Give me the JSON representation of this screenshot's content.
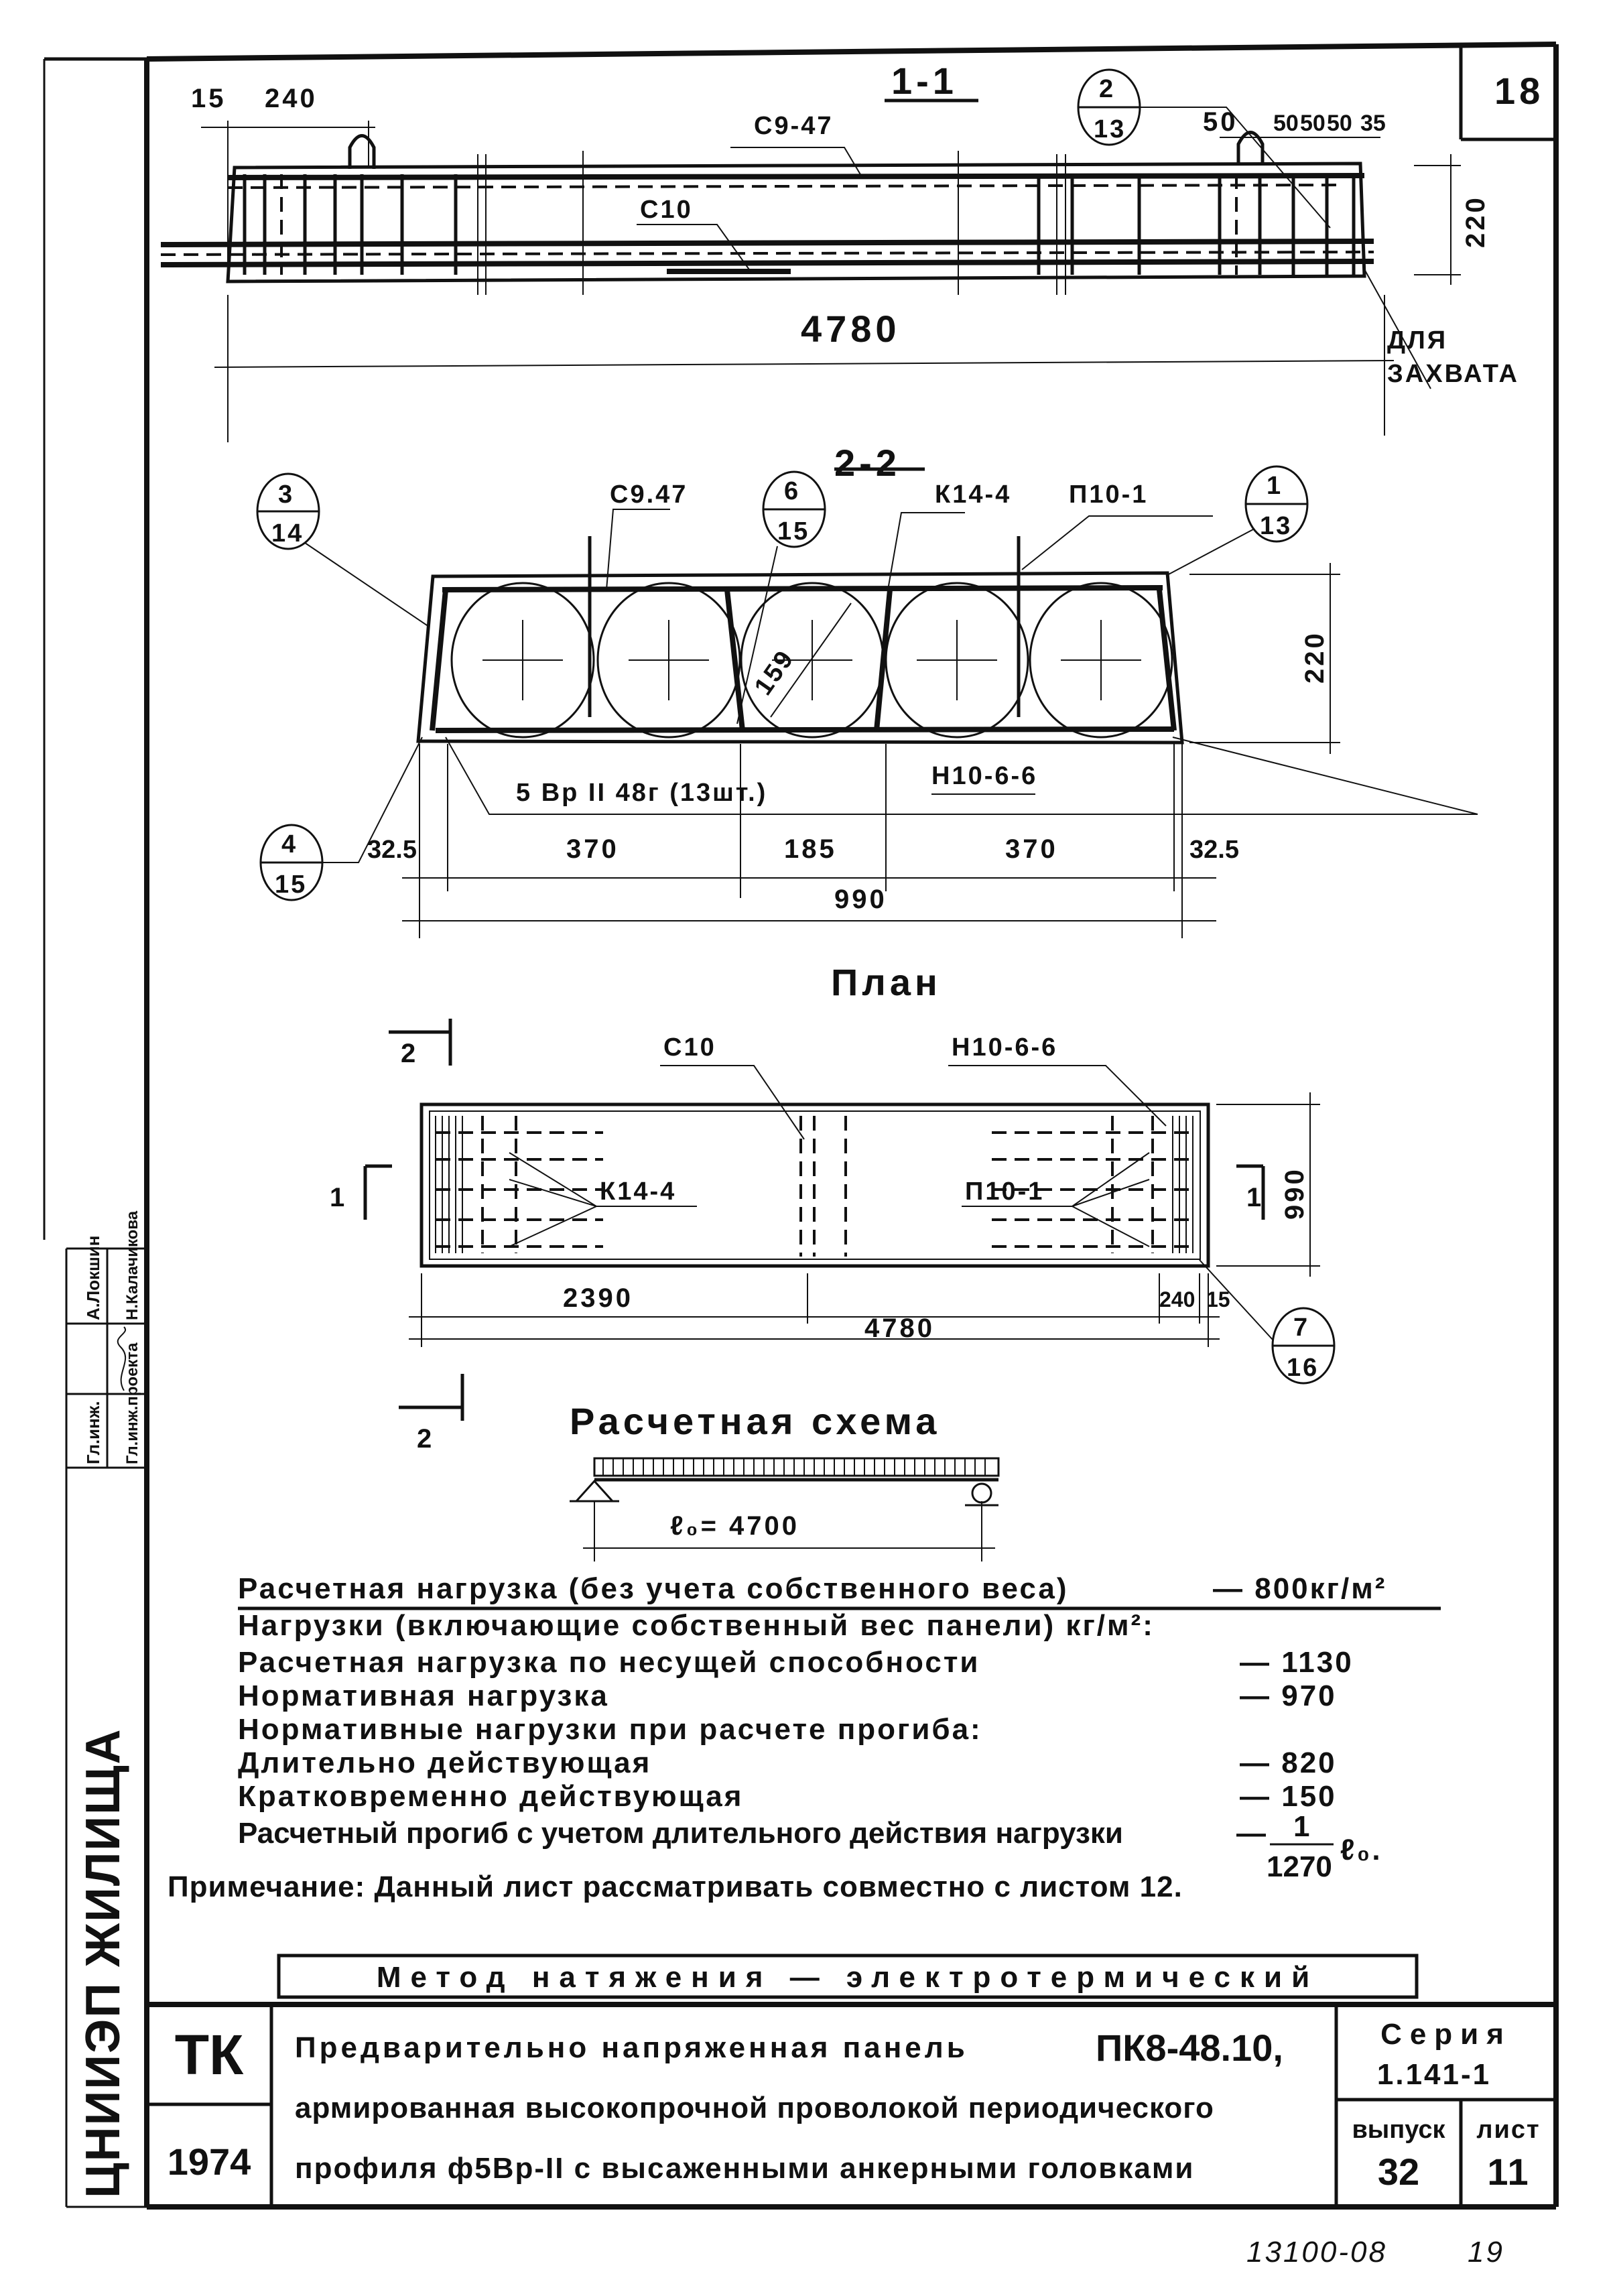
{
  "sheet": {
    "corner_number": "18",
    "handwritten_code": "13100-08",
    "handwritten_page": "19"
  },
  "section_1_1": {
    "title": "1-1",
    "rebar_top": "С9-47",
    "rebar_bottom": "С10",
    "callout": {
      "num": "2",
      "den": "13"
    },
    "dims": {
      "left_end": "15",
      "left_hook": "240",
      "right_1": "50",
      "right_2": "50",
      "right_3": "50",
      "right_4": "50",
      "right_5": "35",
      "height": "220",
      "length": "4780"
    },
    "grip_label_1": "ДЛЯ",
    "grip_label_2": "ЗАХВАТА"
  },
  "section_2_2": {
    "title": "2-2",
    "labels": {
      "top_mesh": "С9.47",
      "frame": "К14-4",
      "loop": "П10-1",
      "bottom_mesh": "Н10-6-6",
      "wires": "5 Вр II 48г (13шт.)",
      "void_diameter": "159"
    },
    "callouts": [
      {
        "num": "3",
        "den": "14"
      },
      {
        "num": "6",
        "den": "15"
      },
      {
        "num": "1",
        "den": "13"
      },
      {
        "num": "4",
        "den": "15"
      }
    ],
    "dims": {
      "edge_left": "32.5",
      "span_1": "370",
      "span_2": "185",
      "span_3": "370",
      "edge_right": "32.5",
      "width": "990",
      "height": "220"
    }
  },
  "plan": {
    "title": "План",
    "section_mark_1": "1",
    "section_mark_2": "2",
    "labels": {
      "mesh": "С10",
      "bottom_mesh": "Н10-6-6",
      "frame": "К14-4",
      "loop": "П10-1"
    },
    "callout": {
      "num": "7",
      "den": "16"
    },
    "dims": {
      "half": "2390",
      "length": "4780",
      "hook": "240",
      "end": "15",
      "width": "990"
    }
  },
  "scheme": {
    "title": "Расчетная схема",
    "span": "ℓ₀= 4700"
  },
  "loads": {
    "design_load_label": "Расчетная нагрузка (без учета собственного веса)",
    "design_load_value": "— 800кг/м²",
    "heading": "Нагрузки (включающие собственный вес панели) кг/м²:",
    "rows": [
      {
        "label": "Расчетная нагрузка по несущей способности",
        "value": "— 1130"
      },
      {
        "label": "Нормативная нагрузка",
        "value": "— 970"
      },
      {
        "label": "Нормативные нагрузки при расчете прогиба:",
        "value": ""
      },
      {
        "label": "Длительно действующая",
        "value": "— 820"
      },
      {
        "label": "Кратковременно действующая",
        "value": "— 150"
      }
    ],
    "deflection_label": "Расчетный прогиб с учетом длительного действия нагрузки",
    "deflection_dash": "—",
    "deflection_num": "1",
    "deflection_den": "1270",
    "deflection_unit": "ℓ₀.",
    "note": "Примечание: Данный лист рассматривать совместно с листом 12."
  },
  "method": "Метод натяжения — электротермический",
  "title_block": {
    "code": "ТК",
    "year": "1974",
    "title_line_1": "Предварительно напряженная панель",
    "title_mark": "ПК8-48.10,",
    "title_line_2": "армированная высокопрочной проволокой периодического",
    "title_line_3": "профиля ф5Вр-II с высаженными анкерными головками",
    "series_label": "Серия",
    "series": "1.141-1",
    "issue_label": "выпуск",
    "issue": "32",
    "sheet_label": "лист",
    "sheet": "11"
  },
  "stamp": {
    "organization": "ЦНИИЭП ЖИЛИЩА",
    "role_1": "Гл.инж.",
    "name_1": "А.Локшин",
    "role_2": "Гл.инж.проекта",
    "name_2": "Н.Калачикова"
  }
}
